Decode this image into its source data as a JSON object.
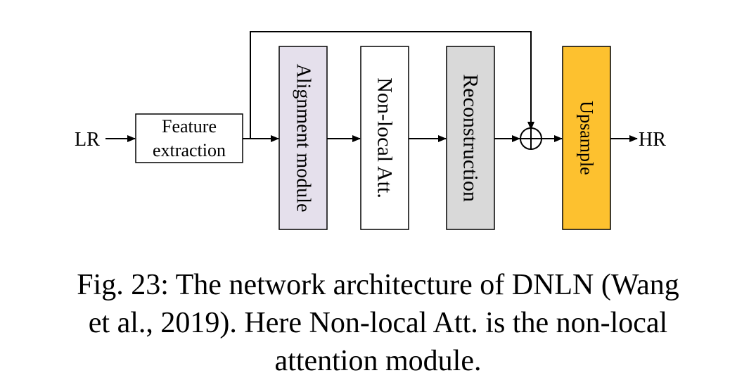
{
  "nodes": {
    "input": "LR",
    "output": "HR",
    "feature_extraction": [
      "Feature",
      "extraction"
    ],
    "alignment": "Alignment module",
    "nonlocal": "Non-local Att.",
    "reconstruction": "Reconstruction",
    "upsample": "Upsample"
  },
  "colors": {
    "alignment_fill": "#e5e0ec",
    "reconstruction_fill": "#d9d9d9",
    "upsample_fill": "#fdc12f",
    "plain_fill": "#ffffff",
    "stroke": "#000000"
  },
  "caption": [
    "Fig. 23: The network architecture of DNLN (Wang",
    "et al., 2019). Here Non-local Att. is the non-local",
    "attention module."
  ]
}
